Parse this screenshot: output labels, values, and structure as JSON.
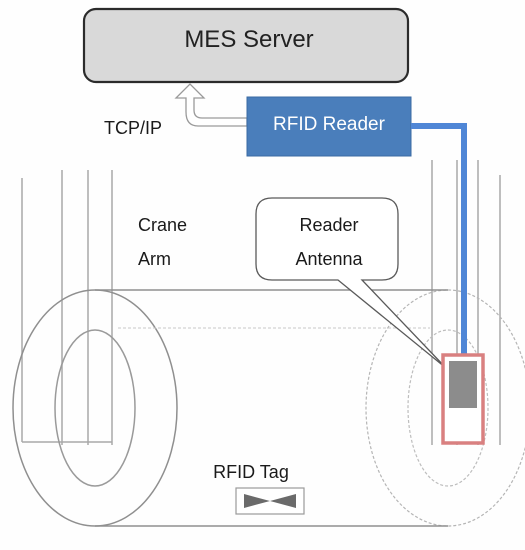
{
  "labels": {
    "mes_server": "MES Server",
    "rfid_reader": "RFID Reader",
    "protocol": "TCP/IP",
    "crane_arm_line1": "Crane",
    "crane_arm_line2": "Arm",
    "antenna_line1": "Reader",
    "antenna_line2": "Antenna",
    "rfid_tag": "RFID Tag"
  },
  "colors": {
    "server_fill": "#d9d9d9",
    "reader_fill": "#4a7ebb",
    "cable": "#4f86d6",
    "antenna_frame": "#d98080",
    "antenna_body": "#8c8c8c"
  }
}
